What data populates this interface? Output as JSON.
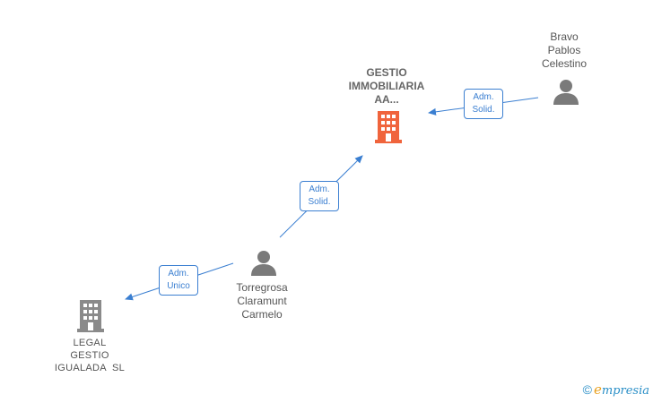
{
  "colors": {
    "edge": "#3b7fd1",
    "person_icon": "#7a7a7a",
    "company_main": "#f0643c",
    "company_other": "#8a8a8a"
  },
  "nodes": {
    "main_company": {
      "lines": [
        "GESTIO",
        "IMMOBILIARIA",
        "AA..."
      ],
      "icon": "building-icon"
    },
    "person_bravo": {
      "lines": [
        "Bravo",
        "Pablos",
        "Celestino"
      ],
      "icon": "person-icon"
    },
    "person_torregrosa": {
      "lines": [
        "Torregrosa",
        "Claramunt",
        "Carmelo"
      ],
      "icon": "person-icon"
    },
    "company_legal": {
      "lines": [
        "LEGAL",
        "GESTIO",
        "IGUALADA  SL"
      ],
      "icon": "building-icon"
    }
  },
  "edges": {
    "bravo_to_main": {
      "lines": [
        "Adm.",
        "Solid."
      ]
    },
    "torregrosa_to_main": {
      "lines": [
        "Adm.",
        "Solid."
      ]
    },
    "torregrosa_to_legal": {
      "lines": [
        "Adm.",
        "Unico"
      ]
    }
  },
  "brand": {
    "copyright": "©",
    "first_letter": "e",
    "rest": "mpresia"
  }
}
